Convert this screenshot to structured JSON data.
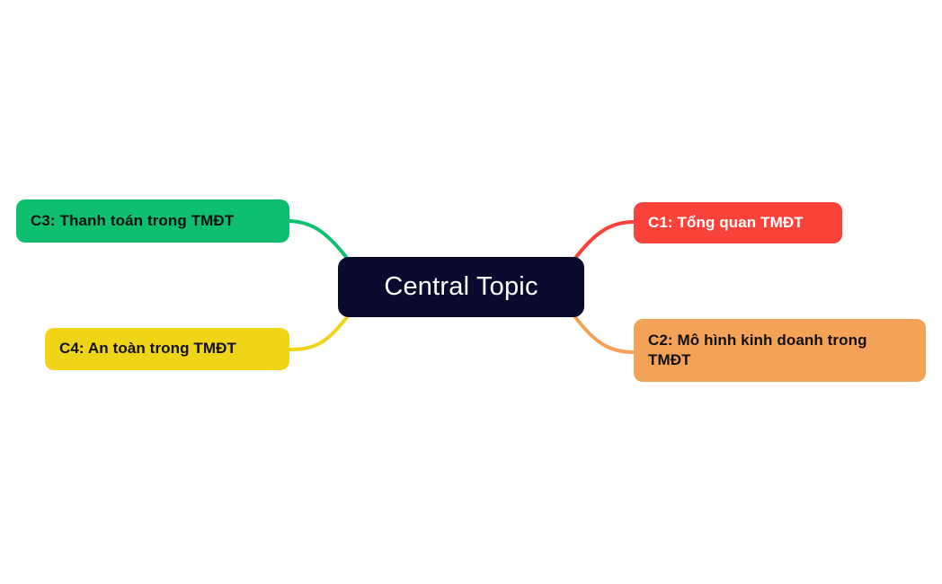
{
  "diagram": {
    "type": "mind-map",
    "background_color": "#ffffff",
    "central": {
      "id": "central",
      "label": "Central Topic",
      "fill": "#0A0A2E",
      "text_color": "#ffffff"
    },
    "branches": [
      {
        "id": "c1",
        "label": "C1: Tổng quan TMĐT",
        "fill": "#F9423A",
        "text_color": "#ffffff",
        "side": "right",
        "connector_color": "#F9423A"
      },
      {
        "id": "c2",
        "label": "C2: Mô hình kinh doanh trong TMĐT",
        "fill": "#F4A258",
        "text_color": "#111111",
        "side": "right",
        "connector_color": "#F4A258"
      },
      {
        "id": "c3",
        "label": "C3: Thanh toán trong TMĐT",
        "fill": "#0DBF6F",
        "text_color": "#111111",
        "side": "left",
        "connector_color": "#0DBF6F"
      },
      {
        "id": "c4",
        "label": "C4: An toàn trong TMĐT",
        "fill": "#EFD417",
        "text_color": "#111111",
        "side": "left",
        "connector_color": "#EFD417"
      }
    ]
  }
}
